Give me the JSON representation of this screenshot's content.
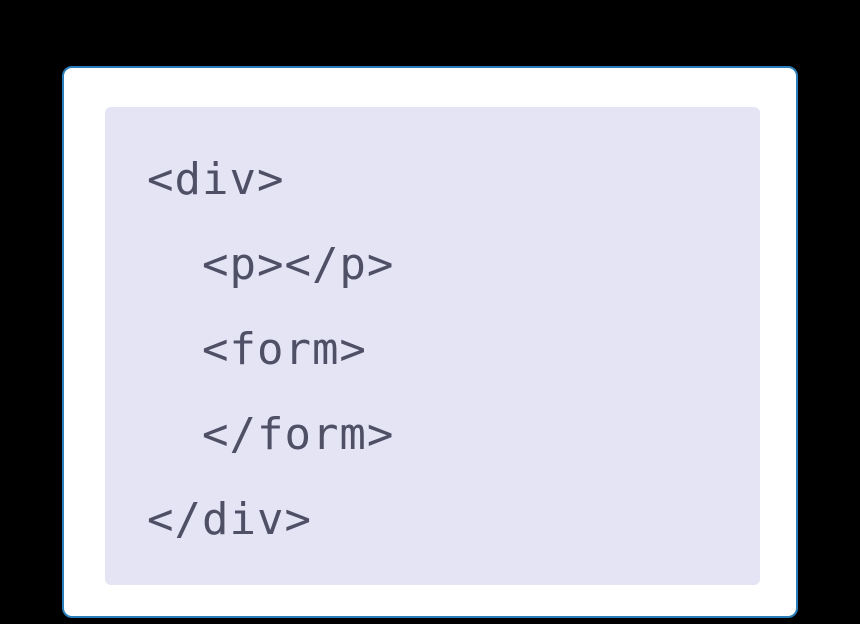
{
  "colors": {
    "page_bg": "#000000",
    "card_bg": "#ffffff",
    "card_border": "#2a7fba",
    "code_bg": "#e4e4f5",
    "code_text": "#4f4f66"
  },
  "code_block": {
    "language": "html",
    "lines": [
      {
        "indent": 0,
        "text": "<div>"
      },
      {
        "indent": 1,
        "text": "  <p></p>"
      },
      {
        "indent": 1,
        "text": "  <form>"
      },
      {
        "indent": 1,
        "text": "  </form>"
      },
      {
        "indent": 0,
        "text": "</div>"
      }
    ]
  }
}
